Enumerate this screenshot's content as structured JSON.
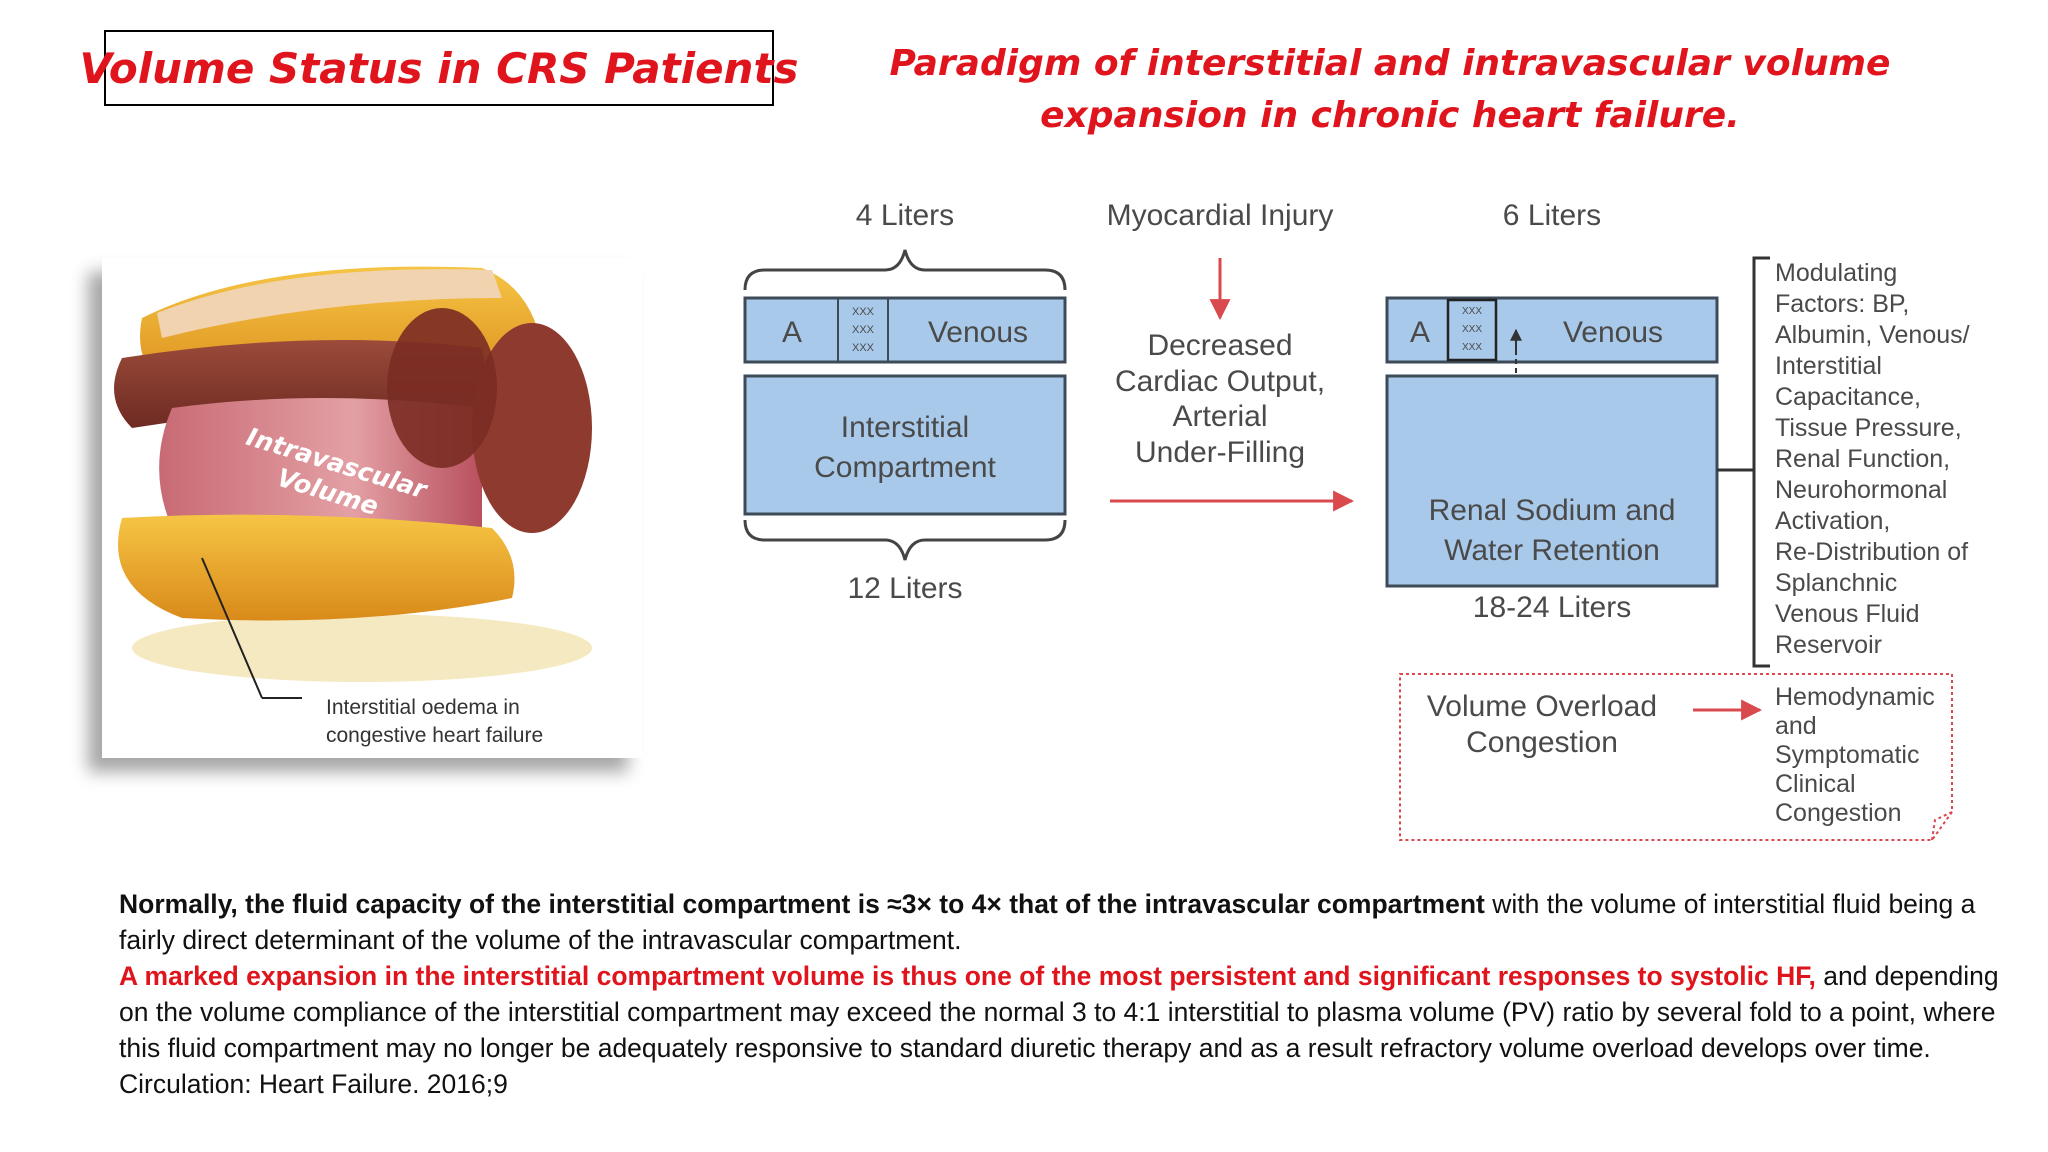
{
  "slide": {
    "title": "Volume Status in CRS Patients",
    "subtitle_line1": "Paradigm of interstitial and intravascular volume",
    "subtitle_line2": "expansion in chronic heart failure."
  },
  "illustration": {
    "vessel_label_line1": "Intravascular",
    "vessel_label_line2": "Volume",
    "caption_line1": "Interstitial oedema in",
    "caption_line2": "congestive heart failure"
  },
  "diagram": {
    "left_top_volume": "4 Liters",
    "left_bottom_volume": "12 Liters",
    "arterial_label": "A",
    "venous_label": "Venous",
    "mini_cell_text": "XXX",
    "interstitial_line1": "Interstitial",
    "interstitial_line2": "Compartment",
    "trigger": "Myocardial Injury",
    "mechanism_line1": "Decreased",
    "mechanism_line2": "Cardiac Output,",
    "mechanism_line3": "Arterial",
    "mechanism_line4": "Under-Filling",
    "right_top_volume": "6 Liters",
    "right_bottom_volume": "18-24 Liters",
    "retention_line1": "Renal Sodium and",
    "retention_line2": "Water Retention",
    "modulating_factors": [
      "Modulating",
      "Factors: BP,",
      "Albumin, Venous/",
      "Interstitial",
      "Capacitance,",
      "Tissue Pressure,",
      "Renal Function,",
      "Neurohormonal",
      "Activation,",
      "Re-Distribution of",
      "Splanchnic",
      "Venous Fluid",
      "Reservoir"
    ],
    "overload_line1": "Volume Overload",
    "overload_line2": "Congestion",
    "outcome_lines": [
      "Hemodynamic",
      "and",
      "Symptomatic",
      "Clinical",
      "Congestion"
    ]
  },
  "body": {
    "p1_bold": "Normally, the fluid capacity of the interstitial compartment is ≈3× to 4× that of the intravascular compartment",
    "p1_rest": " with the volume of interstitial fluid being a fairly direct determinant of the volume of the intravascular compartment.",
    "p2_red": "A marked expansion in the interstitial compartment volume is thus one of the most persistent and significant responses to systolic HF,",
    "p2_rest": " and depending on the volume compliance of the interstitial compartment may exceed the normal 3 to 4:1 interstitial to plasma volume (PV) ratio by several fold to a point, where this fluid compartment may no longer be adequately responsive to standard diuretic therapy and as a result refractory volume overload develops over time. Circulation: Heart Failure. 2016;9"
  },
  "colors": {
    "accent_red": "#e0141c",
    "compartment_fill": "#a9c9ea",
    "compartment_border": "#3d4a57"
  }
}
